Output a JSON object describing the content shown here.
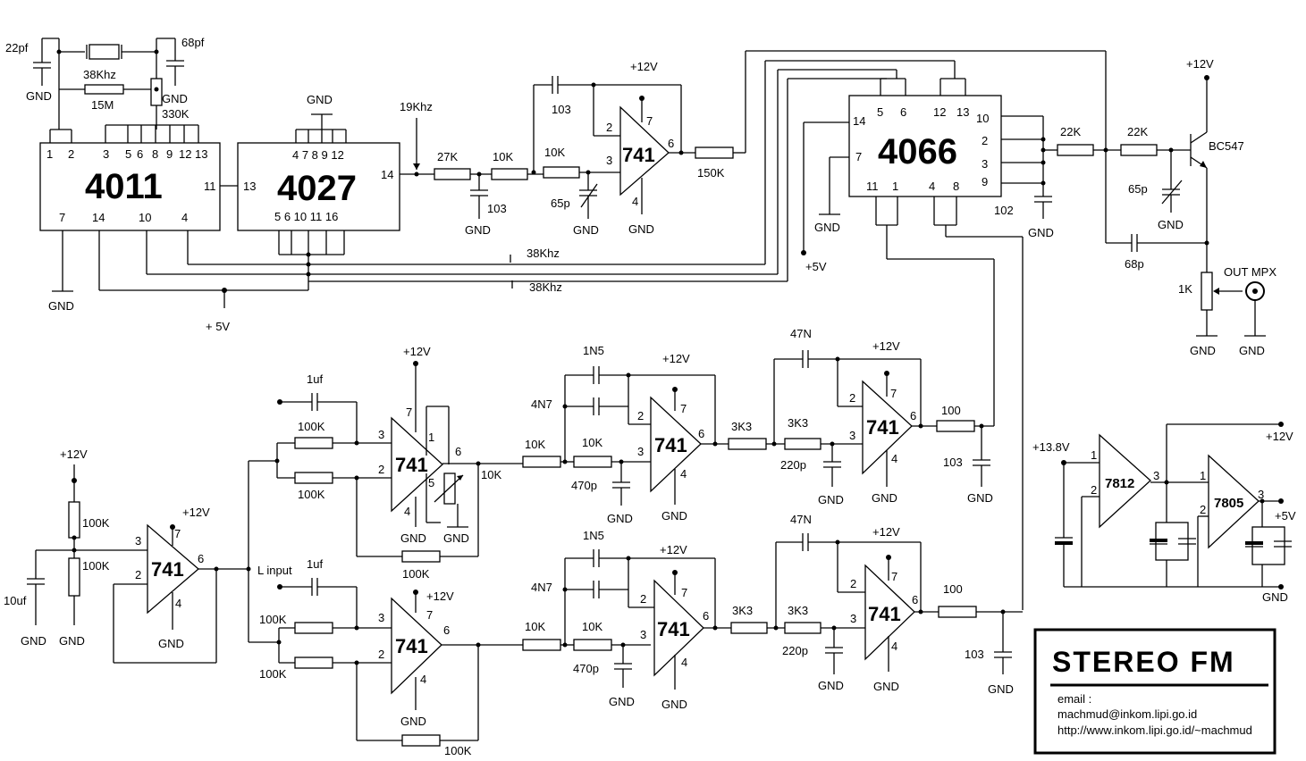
{
  "ic": {
    "u4011": "4011",
    "u4027": "4027",
    "u4066": "4066",
    "opamp": "741",
    "reg1": "7812",
    "reg2": "7805",
    "transistor": "BC547"
  },
  "labels": {
    "c22pf": "22pf",
    "c68pf": "68pf",
    "xtal": "38Khz",
    "r15m": "15M",
    "r330k": "330K",
    "gnd": "GND",
    "f19k": "19Khz",
    "r27k": "27K",
    "r10k": "10K",
    "c103": "103",
    "c65p": "65p",
    "r150k": "150K",
    "v12": "+12V",
    "v5": "+ 5V",
    "v5b": "+5V",
    "s38a": "38Khz",
    "s38b": "38Khz",
    "r22k": "22K",
    "c68p": "68p",
    "c102": "102",
    "r1k": "1K",
    "outmpx": "OUT MPX",
    "c1uf": "1uf",
    "r100k": "100K",
    "c1n5": "1N5",
    "c4n7": "4N7",
    "r3k3": "3K3",
    "c47n": "47N",
    "c220p": "220p",
    "c470p": "470p",
    "r100": "100",
    "c10uf": "10uf",
    "linput": "L input",
    "v138": "+13.8V",
    "v5out": "+5V"
  },
  "pins": {
    "p4011_top": [
      "1",
      "2",
      "3",
      "5",
      "6",
      "8",
      "9",
      "12",
      "13"
    ],
    "p4011_bot": [
      "7",
      "14",
      "10",
      "4"
    ],
    "p4011_r": "11",
    "p4027_top": "4 7 8 9 12",
    "p4027_bot": "5 6 10 11 16",
    "p4027_l": "13",
    "p4027_r": "14",
    "p4066_top": [
      "5",
      "6",
      "12",
      "13"
    ],
    "p4066_l": [
      "14",
      "7"
    ],
    "p4066_r": [
      "10",
      "2",
      "3",
      "9"
    ],
    "p4066_bot": [
      "11",
      "1",
      "4",
      "8"
    ],
    "op": [
      "2",
      "3",
      "7",
      "6",
      "4",
      "1",
      "5"
    ]
  },
  "footer": {
    "title": "STEREO FM",
    "email_label": "email :",
    "email": "machmud@inkom.lipi.go.id",
    "url": "http://www.inkom.lipi.go.id/~machmud"
  }
}
